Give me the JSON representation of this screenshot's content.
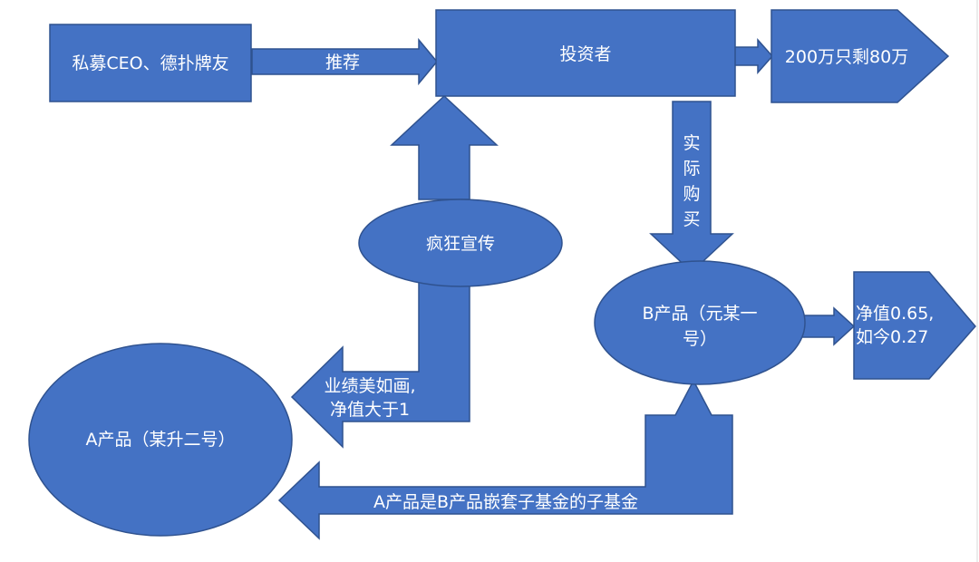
{
  "nodes": {
    "source": "私募CEO、德扑牌友",
    "investor": "投资者",
    "loss": "200万只剩80万",
    "hype": "疯狂宣传",
    "product_b": [
      "B产品（元某一",
      "号）"
    ],
    "product_b_nav": [
      "净值0.65,",
      "如今0.27"
    ],
    "product_a": "A产品（某升二号）"
  },
  "edges": {
    "recommend": "推荐",
    "actual_buy": [
      "实",
      "际",
      "购",
      "买"
    ],
    "performance": [
      "业绩美如画,",
      "净值大于1"
    ],
    "nested": "A产品是B产品嵌套子基金的子基金"
  },
  "colors": {
    "fill": "#4472C4",
    "stroke": "#2F528F",
    "text": "#FFFFFF"
  }
}
